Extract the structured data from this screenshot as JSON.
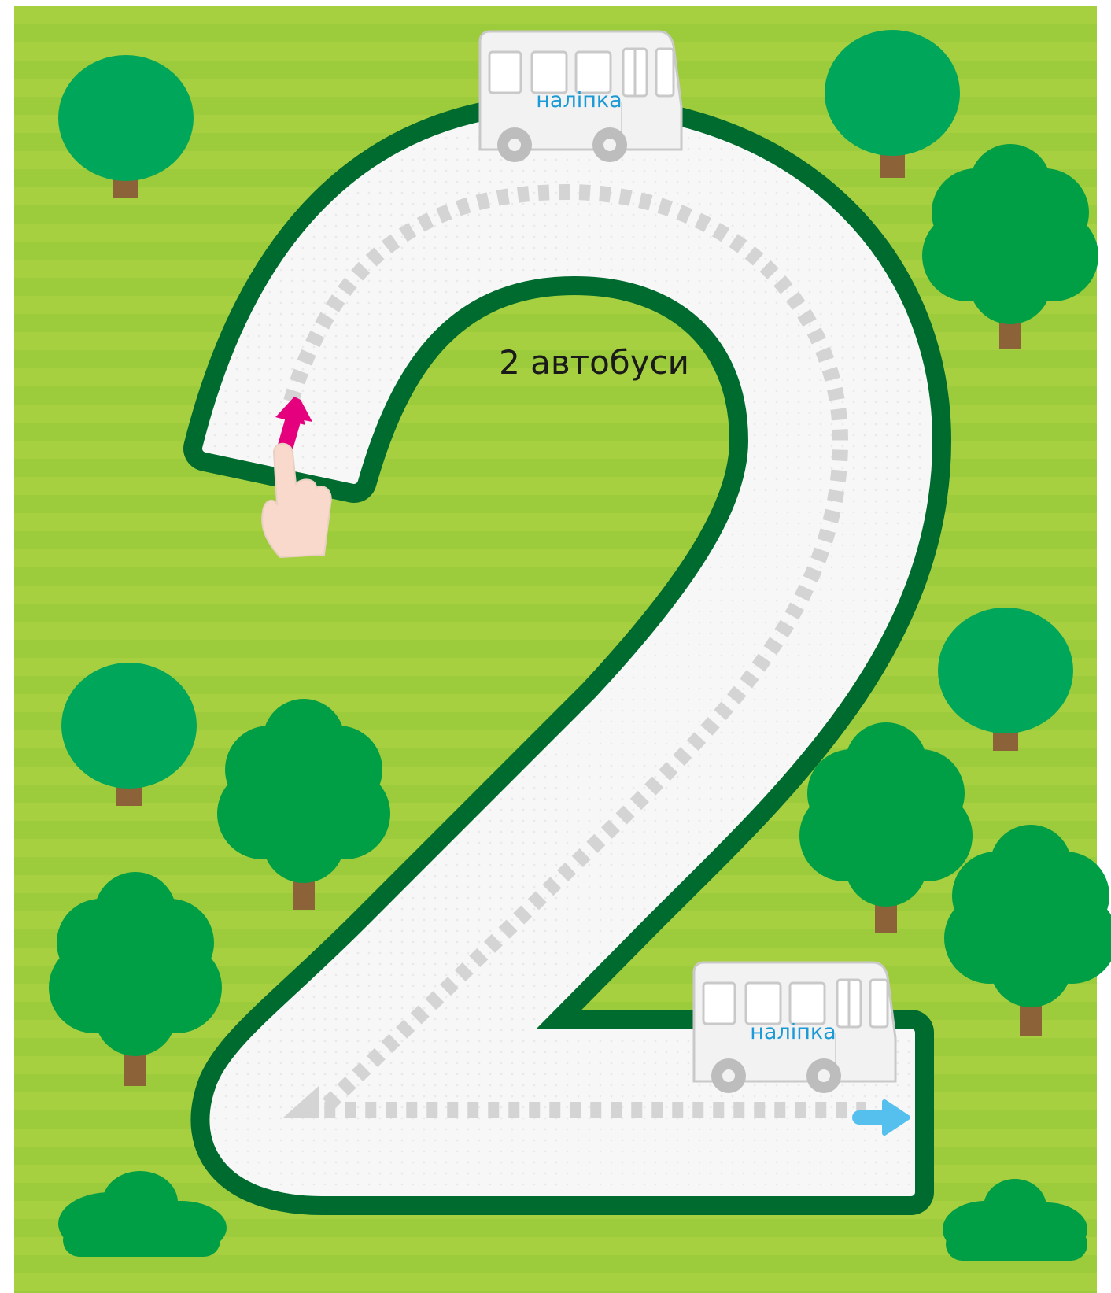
{
  "page": {
    "caption": "2 автобуси"
  },
  "buses": [
    {
      "sticker_label": "наліпка"
    },
    {
      "sticker_label": "наліпка"
    }
  ],
  "icons": {
    "start_arrow": "arrow-up-icon",
    "end_arrow": "arrow-right-icon",
    "pointer": "pointing-hand-icon"
  },
  "colors": {
    "grass": "#9ccb3b",
    "grass_stripe": "#a6d040",
    "road_border": "#006b2e",
    "road_surface": "#f7f7f7",
    "lane_mark": "#d4d4d4",
    "tree_light": "#00a65a",
    "tree_dark": "#009e45",
    "trunk": "#8c6239",
    "start_arrow": "#e5007d",
    "end_arrow": "#55c0ee",
    "sticker_text": "#1b9ad6"
  }
}
